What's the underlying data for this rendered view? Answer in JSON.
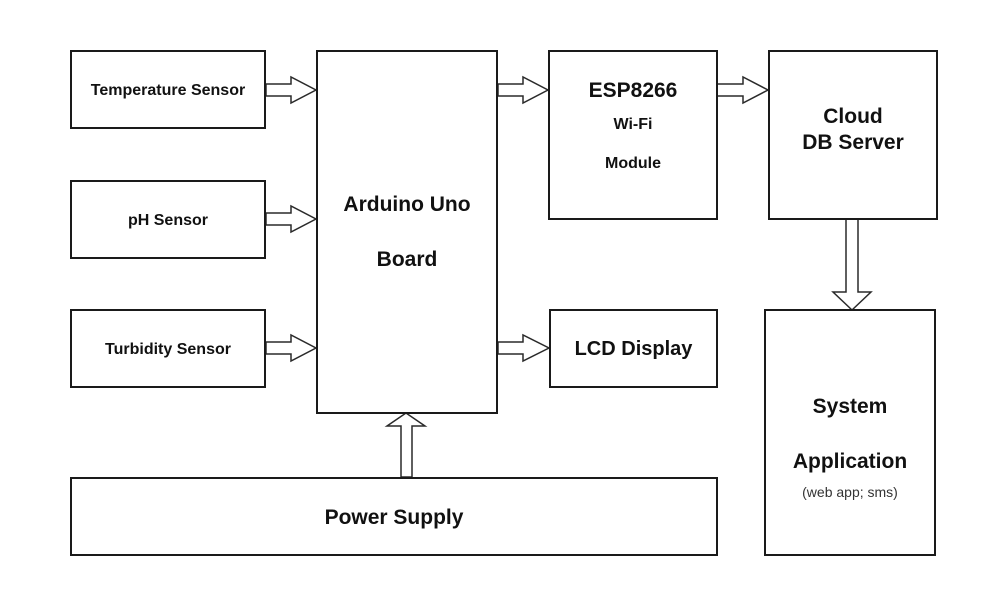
{
  "diagram": {
    "type": "block-diagram",
    "blocks": {
      "temperature_sensor": {
        "label": "Temperature Sensor"
      },
      "ph_sensor": {
        "label": "pH Sensor"
      },
      "turbidity_sensor": {
        "label": "Turbidity Sensor"
      },
      "arduino": {
        "line1": "Arduino Uno",
        "line2": "Board"
      },
      "esp8266": {
        "line1": "ESP8266",
        "line2": "Wi-Fi",
        "line3": "Module"
      },
      "cloud": {
        "line1": "Cloud",
        "line2": "DB Server"
      },
      "lcd": {
        "label": "LCD Display"
      },
      "power_supply": {
        "label": "Power Supply"
      },
      "system_app": {
        "line1": "System",
        "line2": "Application",
        "note": "(web app; sms)"
      }
    },
    "connections": [
      {
        "from": "Temperature Sensor",
        "to": "Arduino Uno Board"
      },
      {
        "from": "pH Sensor",
        "to": "Arduino Uno Board"
      },
      {
        "from": "Turbidity Sensor",
        "to": "Arduino Uno Board"
      },
      {
        "from": "Arduino Uno Board",
        "to": "ESP8266 Wi-Fi Module"
      },
      {
        "from": "Arduino Uno Board",
        "to": "LCD Display"
      },
      {
        "from": "ESP8266 Wi-Fi Module",
        "to": "Cloud DB Server"
      },
      {
        "from": "Cloud DB Server",
        "to": "System Application"
      },
      {
        "from": "Power Supply",
        "to": "Arduino Uno Board"
      }
    ]
  }
}
